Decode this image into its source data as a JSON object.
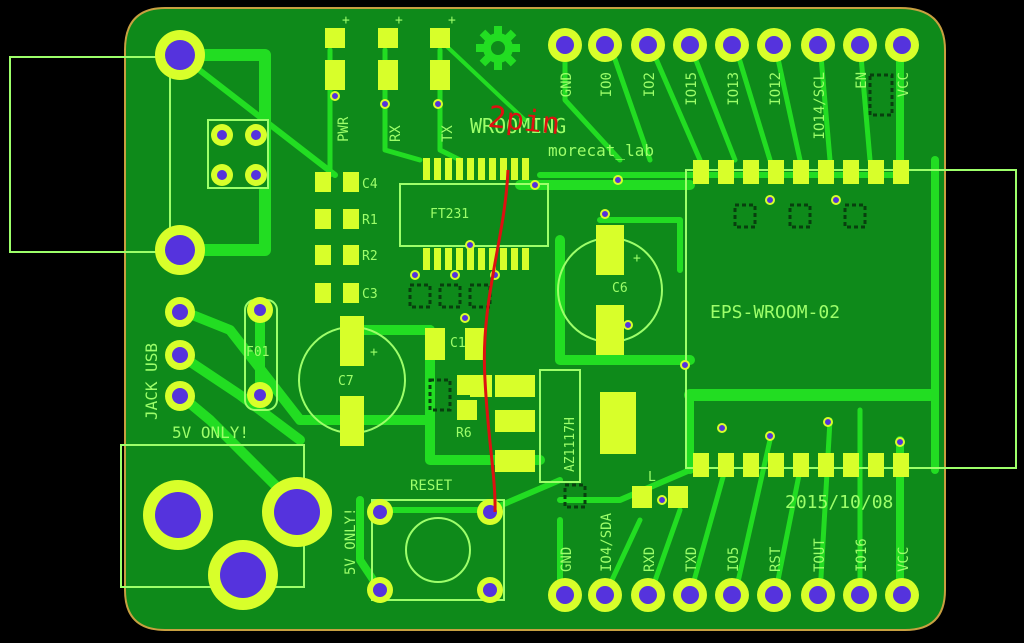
{
  "colors": {
    "background": "#000000",
    "board": "#0e8a1a",
    "board_edge": "#c8a040",
    "copper": "#22dd22",
    "silk": "#9dff6a",
    "pad": "#d8ff2a",
    "drill": "#5533dd",
    "annotation": "#dd1111",
    "solder_mask": "#083f0e"
  },
  "board_labels": {
    "brand": "WROOMING",
    "author": "morecat_lab",
    "date": "2015/10/08",
    "module": "EPS-WROOM-02",
    "usb_ic": "FT231",
    "regulator": "AZ1117H",
    "jack_usb": "JACK USB",
    "five_v_only": "5V ONLY!",
    "five_v_only_vertical": "5V ONLY!",
    "reset": "RESET",
    "fuse": "F01",
    "led_l": "L"
  },
  "leds": [
    {
      "label": "PWR",
      "polarity": "+"
    },
    {
      "label": "RX",
      "polarity": "+"
    },
    {
      "label": "TX",
      "polarity": "+"
    }
  ],
  "components": {
    "c4": "C4",
    "r1": "R1",
    "r2": "R2",
    "c3": "C3",
    "c7": "C7",
    "c1": "C1",
    "c6": "C6",
    "r6": "R6",
    "c6_polarity": "+",
    "c7_polarity": "+"
  },
  "header_top": [
    "GND",
    "IO0",
    "IO2",
    "IO15",
    "IO13",
    "IO12",
    "IO14/SCL",
    "EN",
    "VCC"
  ],
  "header_bottom": [
    "GND",
    "IO4/SDA",
    "RXD",
    "TXD",
    "IO5",
    "RST",
    "TOUT",
    "IO16",
    "VCC"
  ],
  "annotation": {
    "text": "2pin"
  }
}
